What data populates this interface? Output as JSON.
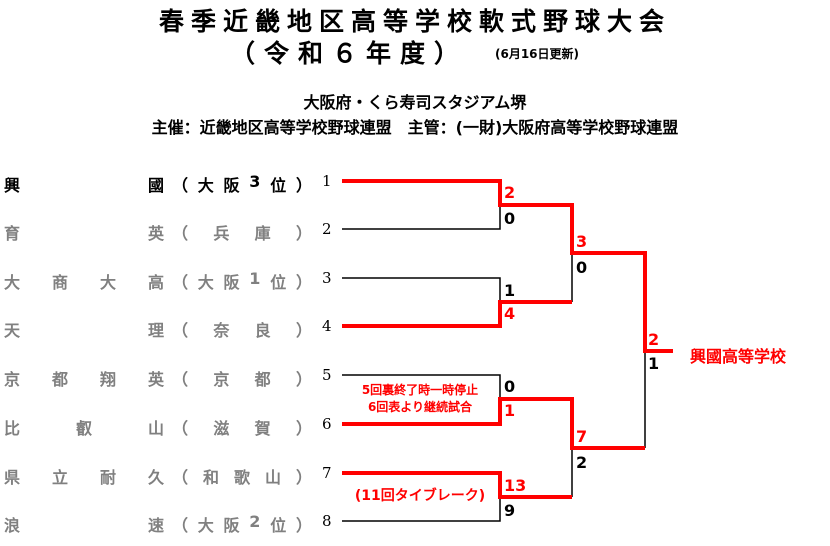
{
  "header": {
    "title": "春季近畿地区高等学校軟式野球大会",
    "subtitle": "（令和６年度）",
    "updated": "(6月16日更新)",
    "venue": "大阪府・くら寿司スタジアム堺",
    "organizers": "主催：近畿地区高等学校野球連盟　主管：(一財)大阪府高等学校野球連盟"
  },
  "teams": [
    {
      "name": [
        "興",
        "國"
      ],
      "pref": [
        "（",
        "大",
        "阪",
        "3",
        "位",
        "）"
      ],
      "seed": "1"
    },
    {
      "name": [
        "育",
        "英"
      ],
      "pref": [
        "（",
        "兵",
        "庫",
        "）"
      ],
      "seed": "2"
    },
    {
      "name": [
        "大",
        "商",
        "大",
        "高"
      ],
      "pref": [
        "（",
        "大",
        "阪",
        "1",
        "位",
        "）"
      ],
      "seed": "3"
    },
    {
      "name": [
        "天",
        "理"
      ],
      "pref": [
        "（",
        "奈",
        "良",
        "）"
      ],
      "seed": "4"
    },
    {
      "name": [
        "京",
        "都",
        "翔",
        "英"
      ],
      "pref": [
        "（",
        "京",
        "都",
        "）"
      ],
      "seed": "5"
    },
    {
      "name": [
        "比",
        "叡",
        "山"
      ],
      "pref": [
        "（",
        "滋",
        "賀",
        "）"
      ],
      "seed": "6"
    },
    {
      "name": [
        "県",
        "立",
        "耐",
        "久"
      ],
      "pref": [
        "（",
        "和",
        "歌",
        "山",
        "）"
      ],
      "seed": "7"
    },
    {
      "name": [
        "浪",
        "速"
      ],
      "pref": [
        "（",
        "大",
        "阪",
        "2",
        "位",
        "）"
      ],
      "seed": "8"
    }
  ],
  "scores": {
    "r1m1": [
      "2",
      "0"
    ],
    "r1m2": [
      "1",
      "4"
    ],
    "r1m3": [
      "0",
      "1"
    ],
    "r1m4": [
      "13",
      "9"
    ],
    "sf1": [
      "3",
      "0"
    ],
    "sf2": [
      "7",
      "2"
    ],
    "final": [
      "2",
      "1"
    ]
  },
  "notes": {
    "suspended_line1": "5回裏終了時一時停止",
    "suspended_line2": "6回表より継続試合",
    "tiebreak": "(11回タイブレーク)"
  },
  "champion": "興國高等学校",
  "colors": {
    "winner": "#ff0000",
    "loser": "#000000",
    "team_text": "#808080"
  }
}
